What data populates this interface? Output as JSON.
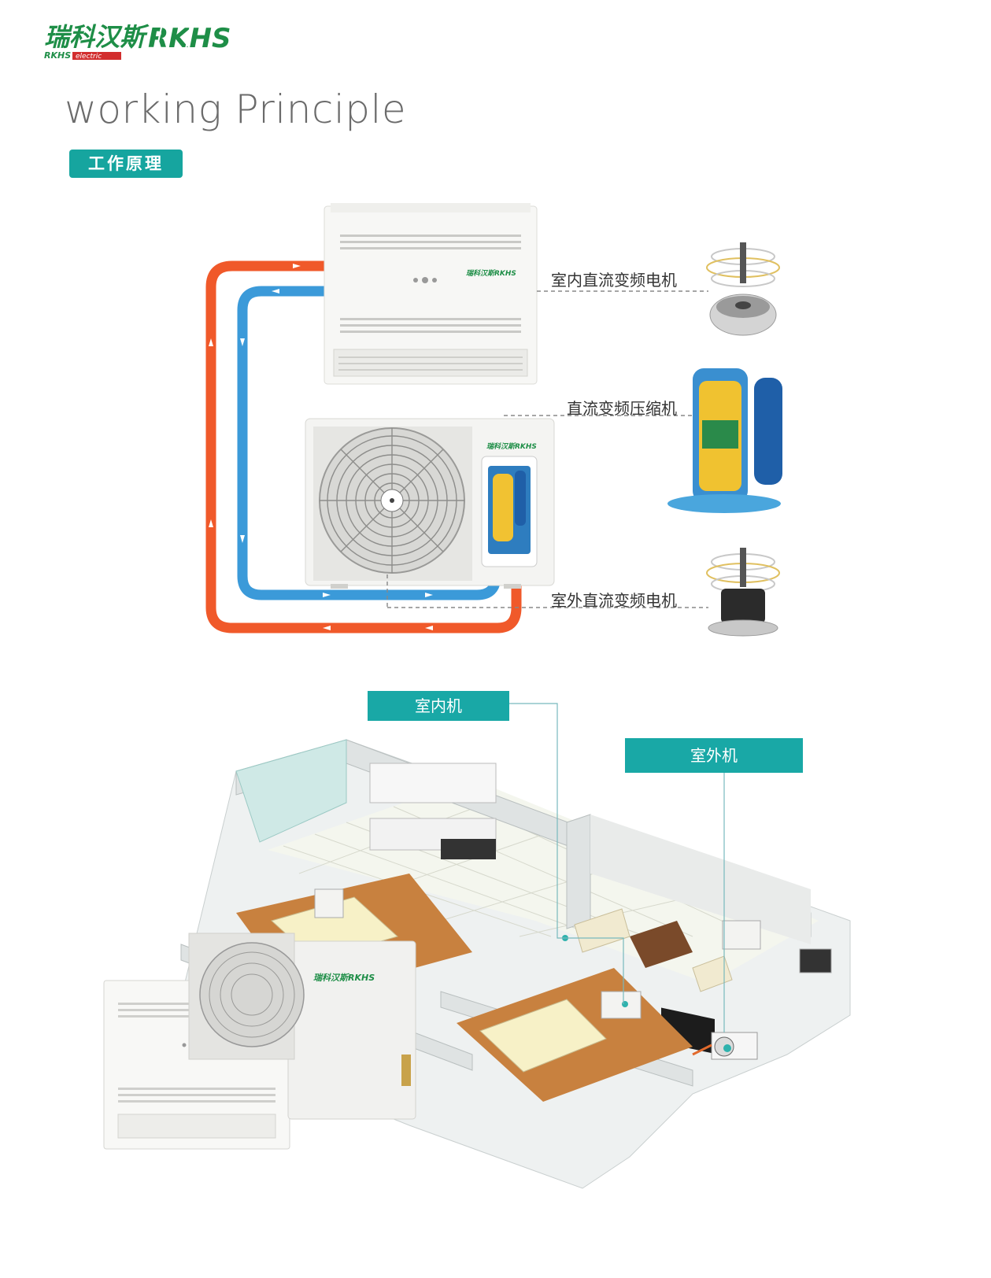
{
  "brand": {
    "name_cn": "瑞科汉斯",
    "name_en": "RKHS",
    "sub_left": "RKHS",
    "sub_right": "electric",
    "color_green": "#1e8e47",
    "color_red": "#d22e2e"
  },
  "heading": {
    "title": "working Principle",
    "subtitle": "工作原理",
    "accent": "#16a59f"
  },
  "diagram": {
    "hot_line_color": "#f0592a",
    "cold_line_color": "#3b9ad9",
    "unit_brand": "瑞科汉斯RKHS",
    "callouts": [
      {
        "label": "室内直流变频电机",
        "icon": "indoor-dc-motor-icon"
      },
      {
        "label": "直流变频压缩机",
        "icon": "dc-compressor-icon"
      },
      {
        "label": "室外直流变频电机",
        "icon": "outdoor-dc-motor-icon"
      }
    ]
  },
  "floorplan": {
    "tags": [
      {
        "label": "室内机"
      },
      {
        "label": "室外机"
      }
    ],
    "product_brand": "瑞科汉斯RKHS"
  }
}
